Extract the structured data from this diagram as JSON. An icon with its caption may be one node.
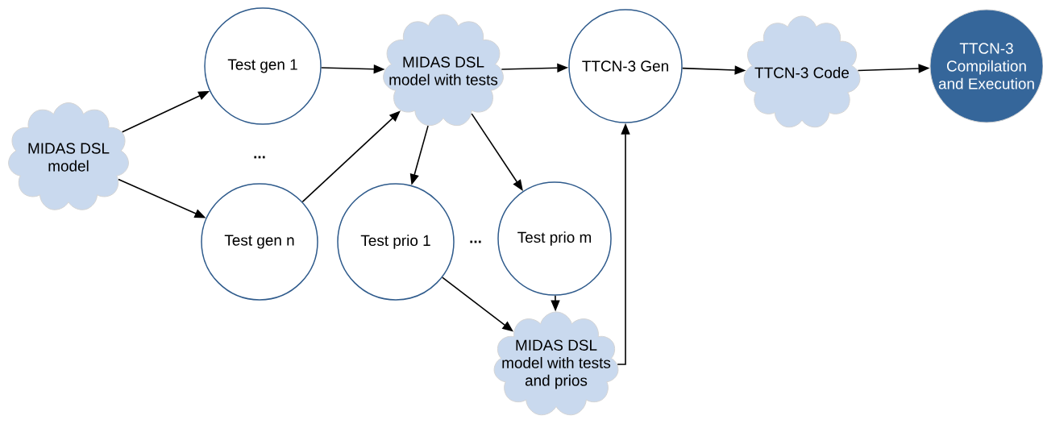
{
  "diagram": {
    "nodes": [
      {
        "text": [
          "MIDAS DSL model"
        ]
      },
      {
        "text": [
          "Test gen 1"
        ]
      },
      {
        "text": [
          "Test gen n"
        ]
      },
      {
        "text": [
          "MIDAS DSL model with tests"
        ]
      },
      {
        "text": [
          "TTCN-3 Gen"
        ]
      },
      {
        "text": [
          "TTCN-3 Code"
        ]
      },
      {
        "text": [
          "TTCN-3 Compilation and Execution"
        ]
      },
      {
        "text": [
          "Test prio 1"
        ]
      },
      {
        "text": [
          "Test prio m"
        ]
      },
      {
        "text": [
          "MIDAS DSL model with tests and prios"
        ]
      }
    ],
    "edges": [
      {
        "from": 0,
        "to": 1,
        "arrow": "to"
      },
      {
        "from": 0,
        "to": 2,
        "arrow": "to"
      },
      {
        "from": 1,
        "to": 3,
        "arrow": "to"
      },
      {
        "from": 2,
        "to": 3,
        "arrow": "to"
      },
      {
        "from": 3,
        "to": 4,
        "arrow": "to"
      },
      {
        "from": 3,
        "to": 7,
        "arrow": "to"
      },
      {
        "from": 3,
        "to": 8,
        "arrow": "to"
      },
      {
        "from": 4,
        "to": 5,
        "arrow": "to"
      },
      {
        "from": 5,
        "to": 6,
        "arrow": "to"
      },
      {
        "from": 7,
        "to": 9,
        "arrow": "to"
      },
      {
        "from": 8,
        "to": 9,
        "arrow": "to"
      },
      {
        "from": 9,
        "to": 4,
        "arrow": "to"
      }
    ],
    "labels": [
      "...",
      "..."
    ]
  }
}
